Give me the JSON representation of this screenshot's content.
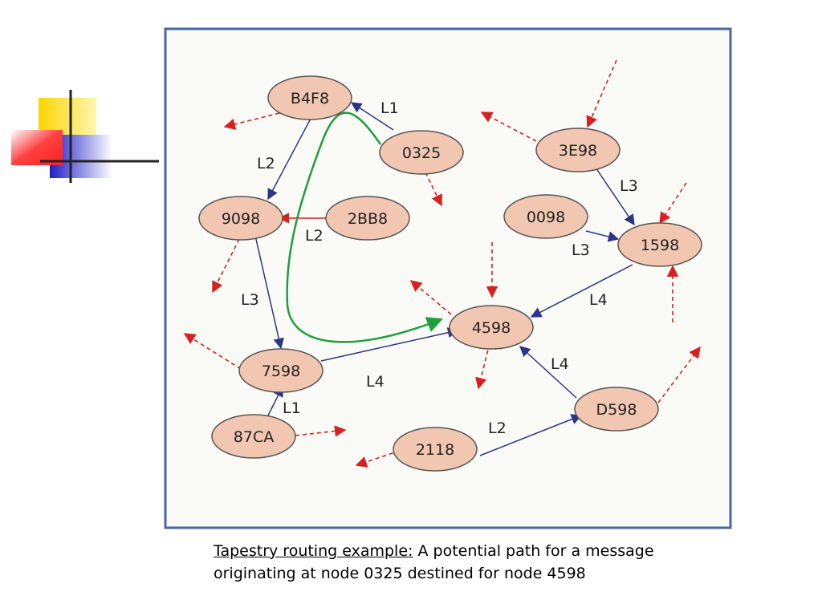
{
  "diagram": {
    "nodes": [
      {
        "id": "B4F8",
        "label": "B4F8"
      },
      {
        "id": "0325",
        "label": "0325"
      },
      {
        "id": "3E98",
        "label": "3E98"
      },
      {
        "id": "9098",
        "label": "9098"
      },
      {
        "id": "2BB8",
        "label": "2BB8"
      },
      {
        "id": "0098",
        "label": "0098"
      },
      {
        "id": "1598",
        "label": "1598"
      },
      {
        "id": "4598",
        "label": "4598"
      },
      {
        "id": "7598",
        "label": "7598"
      },
      {
        "id": "87CA",
        "label": "87CA"
      },
      {
        "id": "2118",
        "label": "2118"
      },
      {
        "id": "D598",
        "label": "D598"
      }
    ],
    "edges": [
      {
        "from": "0325",
        "to": "B4F8",
        "label": "L1"
      },
      {
        "from": "B4F8",
        "to": "9098",
        "label": "L2"
      },
      {
        "from": "2BB8",
        "to": "9098",
        "label": "L2"
      },
      {
        "from": "9098",
        "to": "7598",
        "label": "L3"
      },
      {
        "from": "7598",
        "to": "4598",
        "label": "L4"
      },
      {
        "from": "87CA",
        "to": "7598",
        "label": "L1"
      },
      {
        "from": "3E98",
        "to": "1598",
        "label": "L3"
      },
      {
        "from": "0098",
        "to": "1598",
        "label": "L3"
      },
      {
        "from": "1598",
        "to": "4598",
        "label": "L4"
      },
      {
        "from": "D598",
        "to": "4598",
        "label": "L4"
      },
      {
        "from": "2118",
        "to": "D598",
        "label": "L2"
      }
    ],
    "colors": {
      "node_fill": "#f2c7b1",
      "node_stroke": "#555555",
      "edge": "#2b3585",
      "route": "#1f9e3c",
      "external": "#d82020",
      "frame": "#4a66a8",
      "panel": "#fafaf7"
    }
  },
  "caption": {
    "lead": "Tapestry routing example:",
    "line1": "A potential path for a message",
    "line2": "originating at node 0325 destined for node 4598"
  },
  "logo": {
    "colors": {
      "yellow": "#ffd400",
      "red": "#ff3030",
      "blue": "#2020d0",
      "line": "#222222"
    }
  }
}
